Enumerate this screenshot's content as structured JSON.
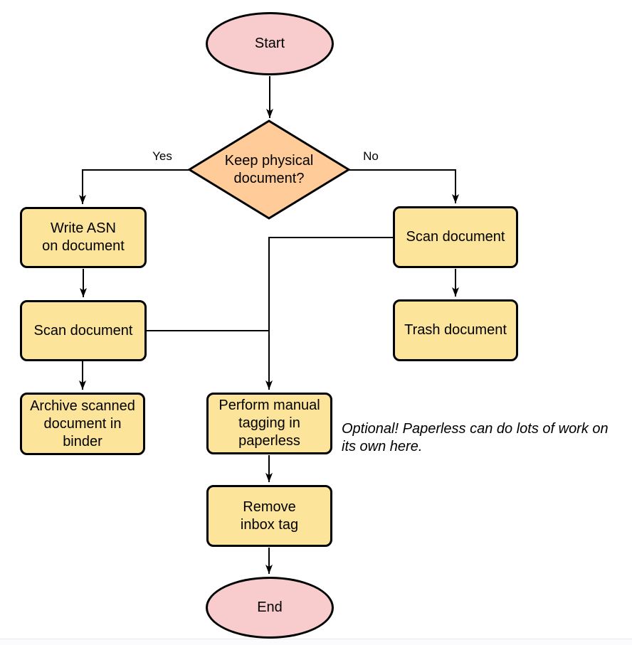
{
  "diagram_type": "flowchart",
  "colors": {
    "terminal_fill": "#F8CCCC",
    "decision_fill": "#FFCC99",
    "process_fill": "#FCE49B",
    "stroke": "#000000",
    "background": "#FFFFFF"
  },
  "nodes": {
    "start": {
      "shape": "ellipse",
      "label": "Start"
    },
    "decision": {
      "shape": "diamond",
      "label": "Keep physical\ndocument?"
    },
    "write_asn": {
      "shape": "process",
      "label": "Write ASN\non document"
    },
    "scan_left": {
      "shape": "process",
      "label": "Scan document"
    },
    "archive": {
      "shape": "process",
      "label": "Archive scanned\ndocument in\nbinder"
    },
    "scan_right": {
      "shape": "process",
      "label": "Scan document"
    },
    "trash": {
      "shape": "process",
      "label": "Trash document"
    },
    "tagging": {
      "shape": "process",
      "label": "Perform manual\ntagging in\npaperless"
    },
    "remove_inbox": {
      "shape": "process",
      "label": "Remove\ninbox tag"
    },
    "end": {
      "shape": "ellipse",
      "label": "End"
    }
  },
  "edge_labels": {
    "yes": "Yes",
    "no": "No"
  },
  "edges": [
    {
      "from": "start",
      "to": "decision"
    },
    {
      "from": "decision",
      "to": "write_asn",
      "label": "Yes"
    },
    {
      "from": "decision",
      "to": "scan_right",
      "label": "No"
    },
    {
      "from": "write_asn",
      "to": "scan_left"
    },
    {
      "from": "scan_left",
      "to": "archive"
    },
    {
      "from": "scan_left",
      "to": "tagging"
    },
    {
      "from": "scan_right",
      "to": "tagging"
    },
    {
      "from": "scan_right",
      "to": "trash"
    },
    {
      "from": "tagging",
      "to": "remove_inbox"
    },
    {
      "from": "remove_inbox",
      "to": "end"
    }
  ],
  "note": {
    "text": "Optional! Paperless can do lots of work on\nits own here."
  }
}
